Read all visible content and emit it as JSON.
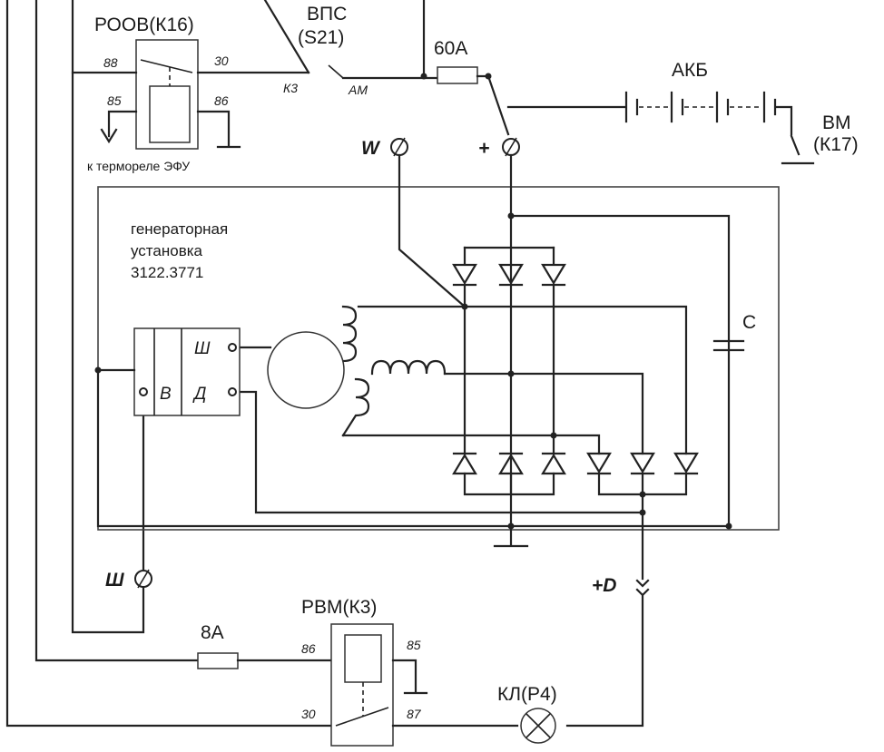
{
  "labels": {
    "roov": "РООВ(К16)",
    "vps_1": "ВПС",
    "vps_2": "(S21)",
    "fuse_60": "60А",
    "akb": "АКБ",
    "vm_1": "ВМ",
    "vm_2": "(К17)",
    "w_term": "W",
    "plus_term": "+",
    "gen_line1": "генераторная",
    "gen_line2": "установка",
    "gen_line3": "3122.3771",
    "sh_small": "Ш",
    "d_small": "Д",
    "v_small": "В",
    "c_cap": "С",
    "sh_term": "Ш",
    "plus_d": "+D",
    "fuse_8": "8А",
    "rvm": "РВМ(К3)",
    "kl": "КЛ(Р4)",
    "to_thermo": "к термореле ЭФУ",
    "pin_88": "88",
    "pin_30a": "30",
    "pin_85a": "85",
    "pin_86a": "86",
    "pin_k3": "К3",
    "pin_am": "АМ",
    "pin_86b": "86",
    "pin_85b": "85",
    "pin_30b": "30",
    "pin_87": "87"
  }
}
